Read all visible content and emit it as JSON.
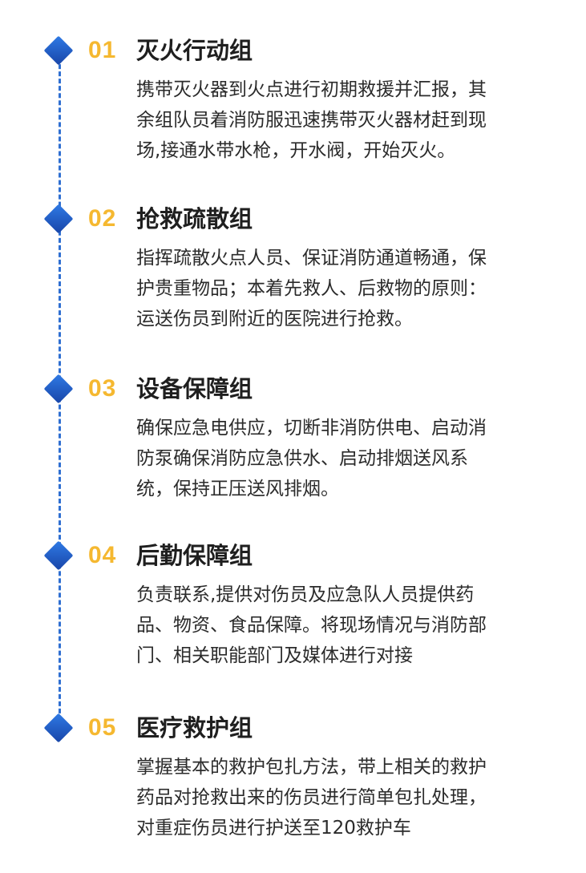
{
  "colors": {
    "accent_blue": "#2f6fd1",
    "number_yellow": "#f5b830",
    "title_text": "#1f1f1f",
    "body_text": "#2b2b2b"
  },
  "steps": [
    {
      "number": "01",
      "title": "灭火行动组",
      "lines": [
        "携带灭火器到火点进行初期救援并汇报，其",
        "余组队员着消防服迅速携带灭火器材赶到现",
        "场,接通水带水枪，开水阀，开始灭火。"
      ]
    },
    {
      "number": "02",
      "title": "抢救疏散组",
      "lines": [
        "指挥疏散火点人员、保证消防通道畅通，保",
        "护贵重物品；本着先救人、后救物的原则：",
        "运送伤员到附近的医院进行抢救。"
      ]
    },
    {
      "number": "03",
      "title": "设备保障组",
      "lines": [
        "确保应急电供应，切断非消防供电、启动消",
        "防泵确保消防应急供水、启动排烟送风系",
        "统，保持正压送风排烟。"
      ]
    },
    {
      "number": "04",
      "title": "后勤保障组",
      "lines": [
        "负责联系,提供对伤员及应急队人员提供药",
        "品、物资、食品保障。将现场情况与消防部",
        "门、相关职能部门及媒体进行对接"
      ]
    },
    {
      "number": "05",
      "title": "医疗救护组",
      "lines": [
        "掌握基本的救护包扎方法，带上相关的救护",
        "药品对抢救出来的伤员进行简单包扎处理，",
        "对重症伤员进行护送至120救护车"
      ]
    }
  ]
}
